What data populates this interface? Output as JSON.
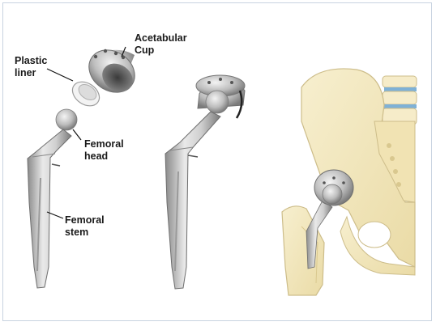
{
  "labels": {
    "acetabular_cup": "Acetabular\nCup",
    "plastic_liner": "Plastic\nliner",
    "femoral_head": "Femoral\nhead",
    "femoral_stem": "Femoral\nstem"
  },
  "colors": {
    "metal_light": "#e8e8e8",
    "metal_mid": "#b9b9b9",
    "metal_dark": "#7d7d7d",
    "bone": "#f3e8bf",
    "bone_outline": "#cdbd8a",
    "disc": "#7fb1d6",
    "frame_border": "#c8d3e0"
  }
}
